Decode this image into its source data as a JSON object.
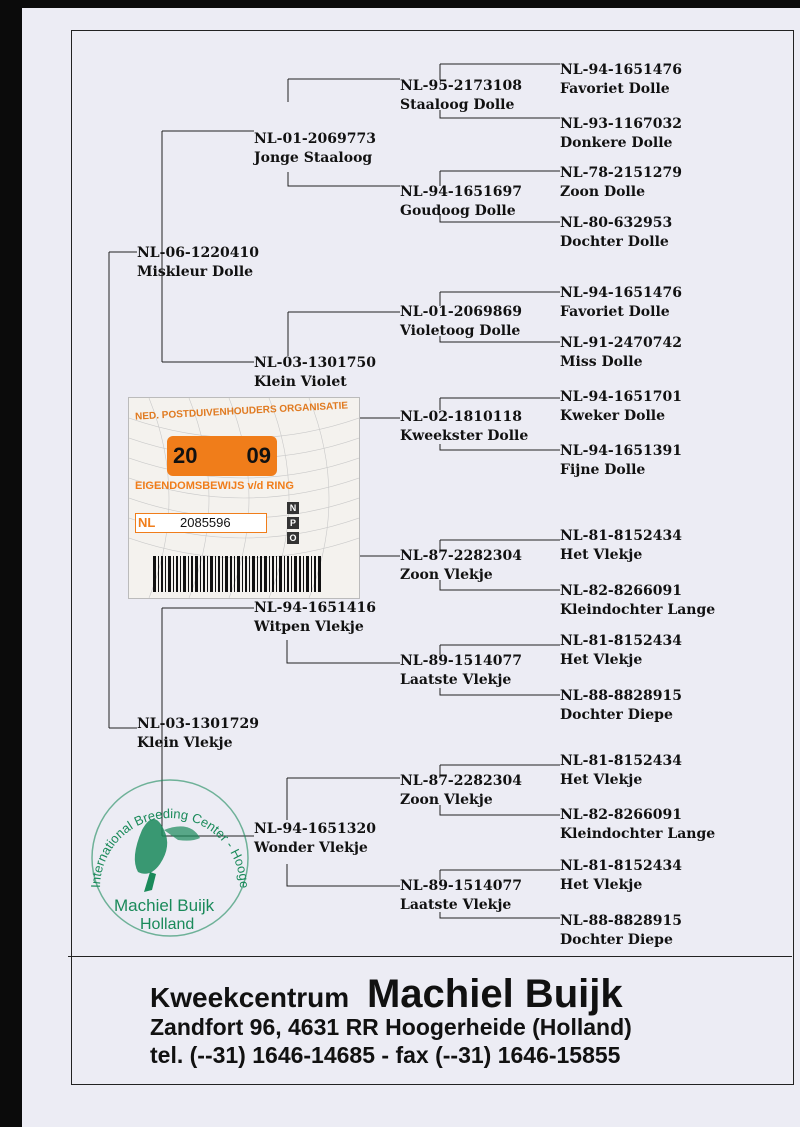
{
  "pedigree": {
    "pigeon": {
      "ring": "NL-06-1220410",
      "name": "Miskleur Dolle"
    },
    "father": {
      "ring": "NL-01-2069773",
      "name": "Jonge Staaloog"
    },
    "mother": {
      "ring": "NL-03-1301729",
      "name": "Klein Vlekje"
    },
    "gen2": [
      {
        "ring": "NL-03-1301750",
        "name": "Klein Violet"
      },
      {
        "ring": "NL-94-1651416",
        "name": "Witpen Vlekje"
      },
      {
        "ring": "NL-94-1651320",
        "name": "Wonder Vlekje"
      }
    ],
    "gen3": [
      {
        "ring": "NL-95-2173108",
        "name": "Staaloog Dolle"
      },
      {
        "ring": "NL-94-1651697",
        "name": "Goudoog Dolle"
      },
      {
        "ring": "NL-01-2069869",
        "name": "Violetoog Dolle"
      },
      {
        "ring": "NL-02-1810118",
        "name": "Kweekster Dolle"
      },
      {
        "ring": "NL-87-2282304",
        "name": "Zoon Vlekje"
      },
      {
        "ring": "NL-89-1514077",
        "name": "Laatste Vlekje"
      },
      {
        "ring": "NL-87-2282304",
        "name": "Zoon Vlekje"
      },
      {
        "ring": "NL-89-1514077",
        "name": "Laatste Vlekje"
      }
    ],
    "gen4": [
      {
        "ring": "NL-94-1651476",
        "name": "Favoriet Dolle"
      },
      {
        "ring": "NL-93-1167032",
        "name": "Donkere Dolle"
      },
      {
        "ring": "NL-78-2151279",
        "name": "Zoon Dolle"
      },
      {
        "ring": "NL-80-632953",
        "name": "Dochter Dolle"
      },
      {
        "ring": "NL-94-1651476",
        "name": "Favoriet Dolle"
      },
      {
        "ring": "NL-91-2470742",
        "name": "Miss Dolle"
      },
      {
        "ring": "NL-94-1651701",
        "name": "Kweker Dolle"
      },
      {
        "ring": "NL-94-1651391",
        "name": "Fijne Dolle"
      },
      {
        "ring": "NL-81-8152434",
        "name": "Het Vlekje"
      },
      {
        "ring": "NL-82-8266091",
        "name": "Kleindochter Lange"
      },
      {
        "ring": "NL-81-8152434",
        "name": "Het Vlekje"
      },
      {
        "ring": "NL-88-8828915",
        "name": "Dochter Diepe"
      },
      {
        "ring": "NL-81-8152434",
        "name": "Het Vlekje"
      },
      {
        "ring": "NL-82-8266091",
        "name": "Kleindochter Lange"
      },
      {
        "ring": "NL-81-8152434",
        "name": "Het Vlekje"
      },
      {
        "ring": "NL-88-8828915",
        "name": "Dochter Diepe"
      }
    ]
  },
  "ownership_card": {
    "organisation": "NED. POSTDUIVENHOUDERS ORGANISATIE",
    "year_left": "20",
    "year_right": "09",
    "title": "EIGENDOMSBEWIJS v/d RING",
    "country_prefix": "NL",
    "ring_number": "2085596",
    "npo_letters": [
      "N",
      "P",
      "O"
    ],
    "accent_color": "#f07d1a"
  },
  "stamp": {
    "arc_text": "International Breeding Center - Hoogerheide - Holland",
    "name": "Machiel Buijk",
    "country": "Holland",
    "color": "#1a8a5a"
  },
  "footer": {
    "brand_prefix": "Kweekcentrum",
    "brand_name": "Machiel Buijk",
    "address": "Zandfort 96,  4631 RR Hoogerheide (Holland)",
    "contact": "tel. (--31) 1646-14685  -  fax (--31) 1646-15855"
  }
}
